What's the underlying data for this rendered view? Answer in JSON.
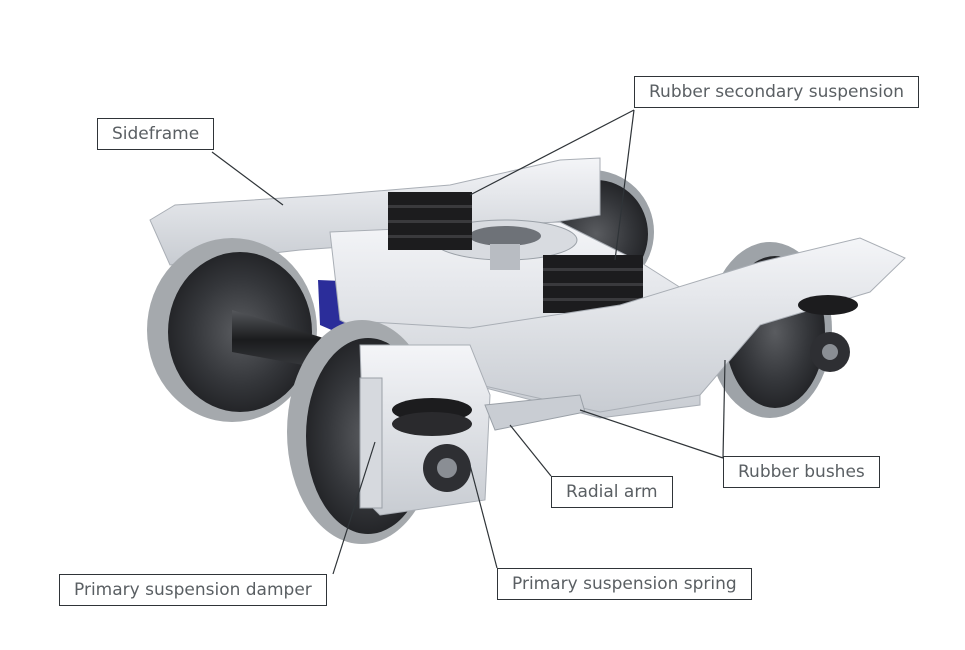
{
  "labels": {
    "sideframe": "Sideframe",
    "rubber_secondary_suspension": "Rubber secondary suspension",
    "rubber_bushes": "Rubber bushes",
    "radial_arm": "Radial arm",
    "primary_suspension_damper": "Primary suspension damper",
    "primary_suspension_spring": "Primary suspension spring"
  },
  "colors": {
    "callout_border": "#2f3438",
    "callout_text": "#5a5f63",
    "leader_line": "#2f3438",
    "frame_light": "#e8eaee",
    "frame_shadow": "#aeb3ba",
    "wheel_dark": "#2e2f33",
    "wheel_rim": "#a5a9ad",
    "rubber_block": "#1c1c1e",
    "motor_blue": "#2b2d9a"
  }
}
